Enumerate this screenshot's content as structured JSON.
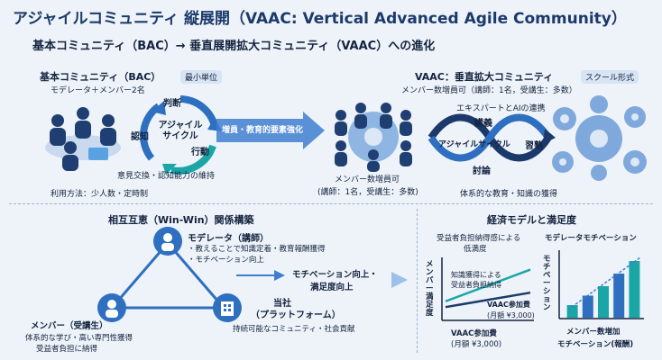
{
  "title": "アジャイルコミュニティ 縦展開（VAAC: Vertical Advanced Agile Community）",
  "subtitle": "基本コミュニティ（BAC）→ 垂直展開拡大コミュニティ（VAAC）への進化",
  "bac": {
    "title": "基本コミュニティ（BAC）",
    "badge": "最小単位",
    "members": "モデレータ＋メンバー2名",
    "cycle_center": "アジャイル\nサイクル",
    "cycle_labels": [
      "判断",
      "認知",
      "行動"
    ],
    "note": "意見交換・認知能力の維持",
    "method": "利用方法：少人数・定時制"
  },
  "arrow_main": "増員・教育的要素強化",
  "middle_group": {
    "label_line1": "メンバー数増員可",
    "label_line2": "(講師：1名，受講生：多数)"
  },
  "vaac": {
    "title": "VAAC：垂直拡大コミュニティ",
    "members": "メンバー数増員可（講師：1名，受講生：多数）",
    "badge": "スクール形式",
    "expert": "エキスパートとAIの連携",
    "lecture": "講義",
    "cycle": "アジャイルサイクル",
    "practice": "習熟",
    "discussion": "討論",
    "note": "体系的な教育・知識の獲得"
  },
  "winwin": {
    "title": "相互互恵（Win-Win）関係構築",
    "moderator_title": "モデレータ（講師）",
    "moderator_points": [
      "・教えることで知識定着・教育報酬獲得",
      "・モチベーション向上"
    ],
    "member_title": "メンバー（受講生）",
    "member_line1": "体系的な学び・高い専門性獲得",
    "member_line2": "受益者負担に納得",
    "platform_title": "当社",
    "platform_sub": "（プラットフォーム）",
    "platform_note": "持続可能なコミュニティ・社会貢献",
    "result_line1": "モチベーション向上・",
    "result_line2": "満足度向上"
  },
  "economic": {
    "title": "経済モデルと満足度",
    "left_chart": {
      "top_label_line1": "受益者負担納得感による",
      "top_label_line2": "低満度",
      "ylabel": "メンバー満足度",
      "mid_label_line1": "知識獲得による",
      "mid_label_line2": "受益者負担納得",
      "line_label_line1": "VAAC参加費",
      "line_label_line2": "(月額 ¥3,000)",
      "xlabel_line1": "VAAC参加費",
      "xlabel_line2": "(月額 ¥3,000)"
    },
    "right_chart": {
      "title": "モデレータモチベーション",
      "ylabel": "モチベーション",
      "xlabel_line1": "メンバー数増加",
      "xlabel_line2": "モチベーション(報酬)"
    }
  },
  "chart_data": [
    {
      "type": "line",
      "series": [
        {
          "values": [
            0.3,
            0.85
          ]
        },
        {
          "values": [
            0.2,
            0.45
          ]
        }
      ],
      "x": [
        0,
        1
      ]
    },
    {
      "type": "bar",
      "values": [
        0.2,
        0.35,
        0.5,
        0.7,
        0.9
      ]
    }
  ],
  "colors": {
    "primary": "#1b3a6b",
    "accent": "#2e6fc0",
    "teal": "#1aa6a6",
    "arrow": "#3f7ecf"
  }
}
